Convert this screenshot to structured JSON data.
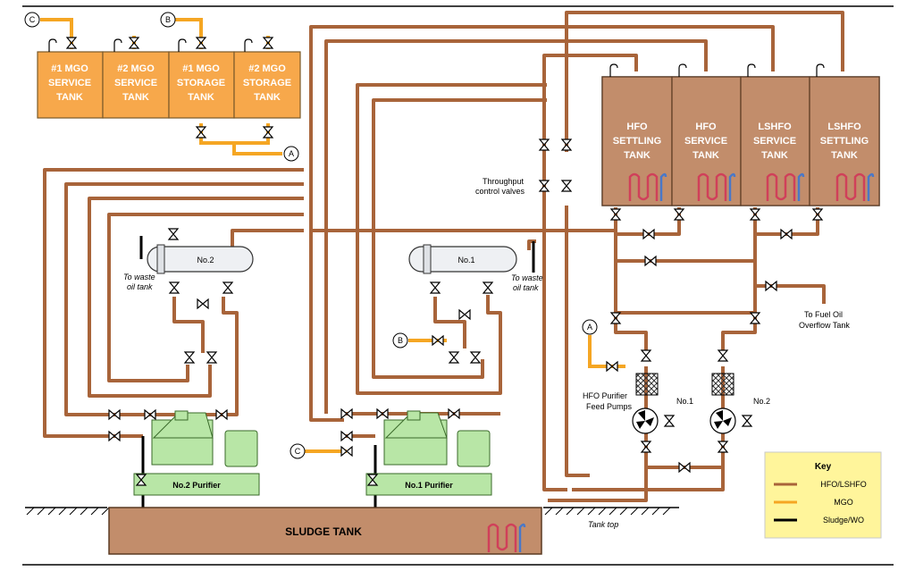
{
  "colors": {
    "hfo_line": "#a8643a",
    "mgo_line": "#f5a623",
    "sludge_line": "#000000",
    "hfo_tank_fill": "#c28d6b",
    "mgo_tank_fill": "#f7a84b",
    "purifier_fill": "#b8e6a6",
    "key_fill": "#fff59b",
    "sludge_fill": "#c28d6b"
  },
  "mgo_tanks": [
    {
      "line1": "#1 MGO",
      "line2": "SERVICE",
      "line3": "TANK"
    },
    {
      "line1": "#2 MGO",
      "line2": "SERVICE",
      "line3": "TANK"
    },
    {
      "line1": "#1 MGO",
      "line2": "STORAGE",
      "line3": "TANK"
    },
    {
      "line1": "#2 MGO",
      "line2": "STORAGE",
      "line3": "TANK"
    }
  ],
  "hfo_tanks": [
    {
      "line1": "HFO",
      "line2": "SETTLING",
      "line3": "TANK"
    },
    {
      "line1": "HFO",
      "line2": "SERVICE",
      "line3": "TANK"
    },
    {
      "line1": "LSHFO",
      "line2": "SERVICE",
      "line3": "TANK"
    },
    {
      "line1": "LSHFO",
      "line2": "SETTLING",
      "line3": "TANK"
    }
  ],
  "connectors": {
    "a": "A",
    "b": "B",
    "c": "C"
  },
  "heaters": {
    "no2": "No.2",
    "no1": "No.1"
  },
  "purifiers": {
    "no2": "No.2 Purifier",
    "no1": "No.1 Purifier"
  },
  "labels": {
    "waste_left_1": "To waste",
    "waste_left_2": "oil tank",
    "waste_right_1": "To waste",
    "waste_right_2": "oil tank",
    "throughput_1": "Throughput",
    "throughput_2": "control valves",
    "overflow_1": "To Fuel Oil",
    "overflow_2": "Overflow Tank",
    "feed_pumps_1": "HFO Purifier",
    "feed_pumps_2": "Feed Pumps",
    "pump_no1": "No.1",
    "pump_no2": "No.2",
    "sludge_tank": "SLUDGE TANK",
    "tank_top": "Tank top"
  },
  "key": {
    "title": "Key",
    "items": [
      {
        "label": "HFO/LSHFO",
        "color": "#a8643a"
      },
      {
        "label": "MGO",
        "color": "#f5a623"
      },
      {
        "label": "Sludge/WO",
        "color": "#000000"
      }
    ]
  }
}
